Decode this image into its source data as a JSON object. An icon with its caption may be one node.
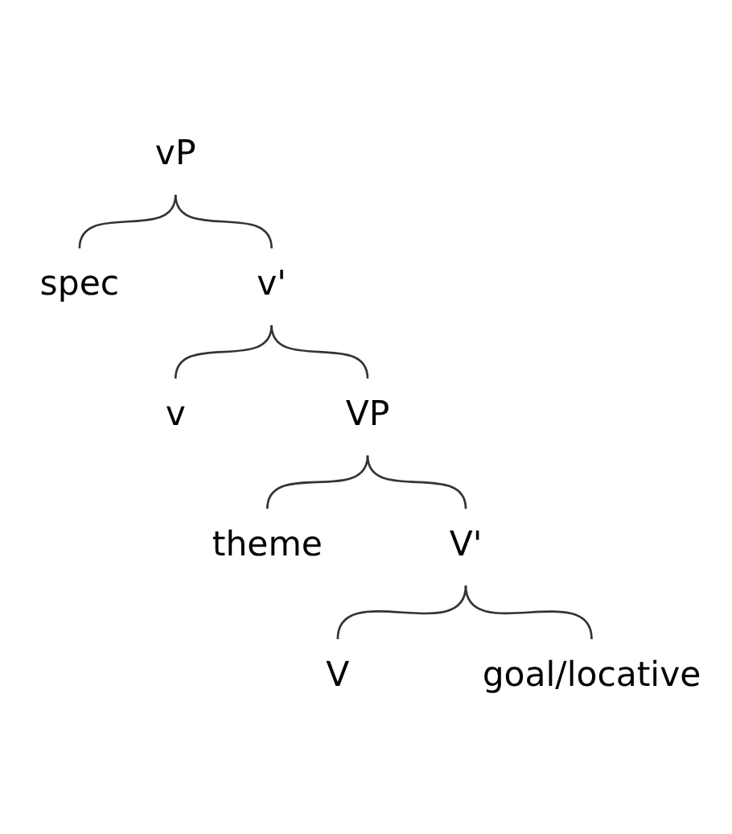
{
  "diagram": {
    "nodes": [
      {
        "text": [
          "vP"
        ]
      },
      {
        "text": [
          "spec"
        ]
      },
      {
        "text": [
          "v'"
        ]
      },
      {
        "text": [
          "v"
        ]
      },
      {
        "text": [
          "VP"
        ]
      },
      {
        "text": [
          "theme"
        ]
      },
      {
        "text": [
          "V'"
        ]
      },
      {
        "text": [
          "V"
        ]
      },
      {
        "text": [
          "goal/locative"
        ]
      }
    ],
    "edges": [
      {
        "from": 0,
        "to": 1,
        "arrow": "none"
      },
      {
        "from": 0,
        "to": 2,
        "arrow": "none"
      },
      {
        "from": 2,
        "to": 3,
        "arrow": "none"
      },
      {
        "from": 2,
        "to": 4,
        "arrow": "none"
      },
      {
        "from": 4,
        "to": 5,
        "arrow": "none"
      },
      {
        "from": 4,
        "to": 6,
        "arrow": "none"
      },
      {
        "from": 6,
        "to": 7,
        "arrow": "none"
      },
      {
        "from": 6,
        "to": 8,
        "arrow": "none"
      }
    ]
  }
}
